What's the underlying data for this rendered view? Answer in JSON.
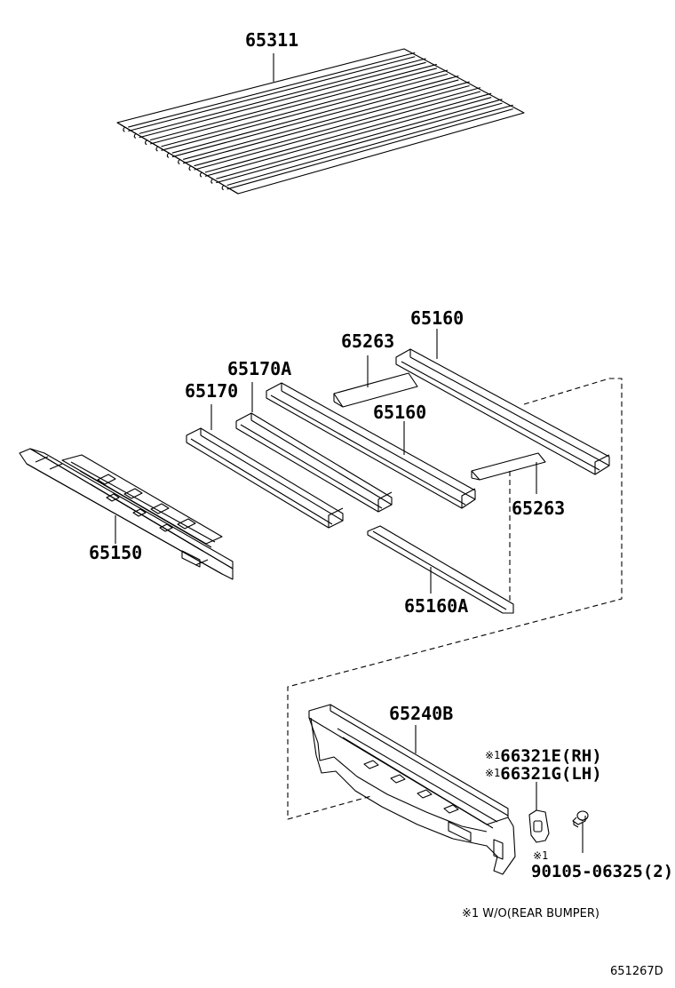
{
  "parts": {
    "p65311": "65311",
    "p65160_top": "65160",
    "p65263_top": "65263",
    "p65170A": "65170A",
    "p65170": "65170",
    "p65160_mid": "65160",
    "p65263_right": "65263",
    "p65150": "65150",
    "p65160A": "65160A",
    "p65240B": "65240B",
    "p66321E": "66321E(RH)",
    "p66321G": "66321G(LH)",
    "p90105": "90105-06325(2)"
  },
  "marks": {
    "ref1": "※1",
    "ref1_small": "※1"
  },
  "footnote": "※1 W/O(REAR BUMPER)",
  "diagram_code": "651267D"
}
